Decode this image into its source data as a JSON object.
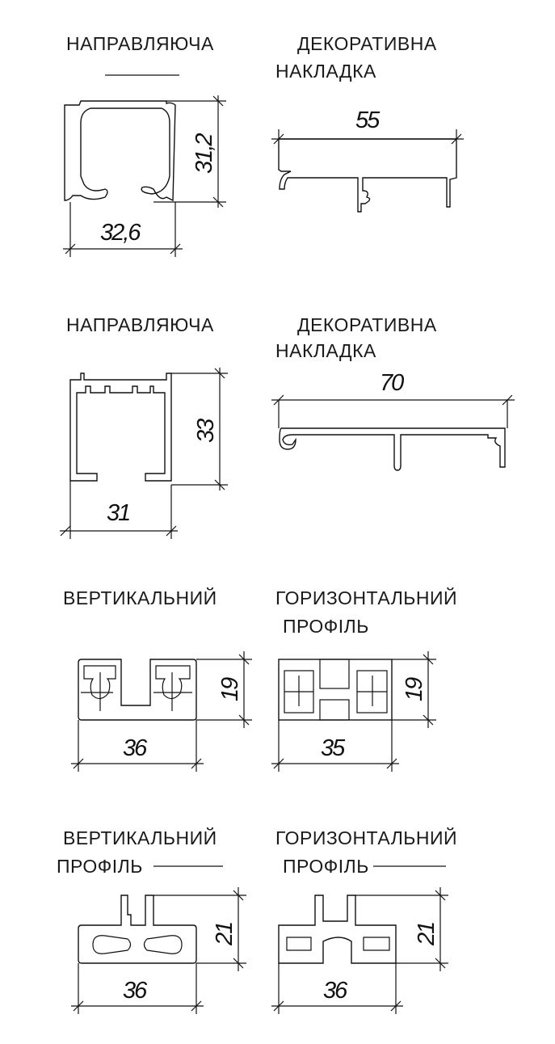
{
  "profiles": [
    {
      "title": [
        "НАПРАВЛЯЮЧА"
      ],
      "width": "32,6",
      "height": "31,2"
    },
    {
      "title": [
        "ДЕКОРАТИВНА",
        "НАКЛАДКА"
      ],
      "width": "55"
    },
    {
      "title": [
        "НАПРАВЛЯЮЧА"
      ],
      "width": "31",
      "height": "33"
    },
    {
      "title": [
        "ДЕКОРАТИВНА",
        "НАКЛАДКА"
      ],
      "width": "70"
    },
    {
      "title": [
        "ВЕРТИКАЛЬНИЙ"
      ],
      "width": "36",
      "height": "19"
    },
    {
      "title": [
        "ГОРИЗОНТАЛЬНИЙ",
        "ПРОФІЛЬ"
      ],
      "width": "35",
      "height": "19"
    },
    {
      "title": [
        "ВЕРТИКАЛЬНИЙ",
        "ПРОФІЛЬ"
      ],
      "width": "36",
      "height": "21"
    },
    {
      "title": [
        "ГОРИЗОНТАЛЬНИЙ",
        "ПРОФІЛЬ"
      ],
      "width": "36",
      "height": "21"
    }
  ]
}
